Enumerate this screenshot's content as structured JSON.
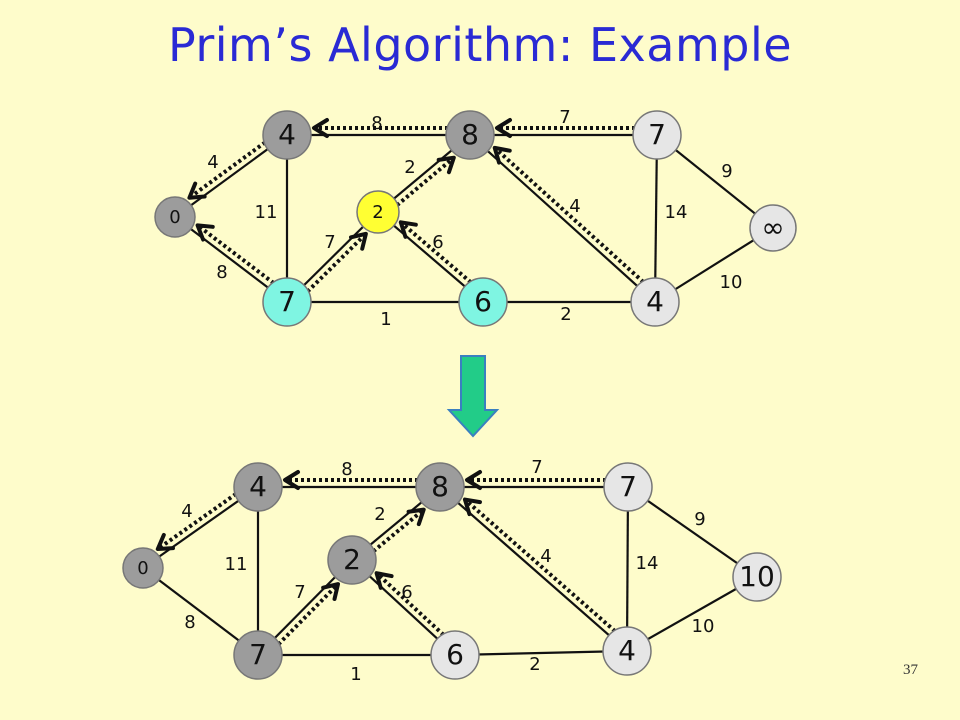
{
  "slide": {
    "title": "Prim’s Algorithm: Example",
    "page_number": "37"
  },
  "colors": {
    "background": "#fefccb",
    "title": "#2a2ad4",
    "node_gray": "#9c9c9c",
    "node_light": "#e6e6e6",
    "node_yellow": "#ffff33",
    "node_cyan": "#7ff5e2",
    "arrow_green": "#22cc88",
    "arrow_border": "#3a80c0"
  },
  "graphs": [
    {
      "id": "before",
      "nodes": [
        {
          "id": "a",
          "label": "0",
          "fill": "node_gray",
          "size": "small"
        },
        {
          "id": "b",
          "label": "4",
          "fill": "node_gray",
          "size": "big"
        },
        {
          "id": "c",
          "label": "8",
          "fill": "node_gray",
          "size": "big"
        },
        {
          "id": "d",
          "label": "7",
          "fill": "node_light",
          "size": "big"
        },
        {
          "id": "e",
          "label": "∞",
          "fill": "node_light",
          "size": "big"
        },
        {
          "id": "f",
          "label": "4",
          "fill": "node_light",
          "size": "big"
        },
        {
          "id": "g",
          "label": "6",
          "fill": "node_cyan",
          "size": "big"
        },
        {
          "id": "h",
          "label": "7",
          "fill": "node_cyan",
          "size": "big"
        },
        {
          "id": "i",
          "label": "2",
          "fill": "node_yellow",
          "size": "small"
        }
      ],
      "edges": [
        {
          "from": "a",
          "to": "b",
          "weight": "4"
        },
        {
          "from": "b",
          "to": "c",
          "weight": "8"
        },
        {
          "from": "c",
          "to": "d",
          "weight": "7"
        },
        {
          "from": "d",
          "to": "e",
          "weight": "9"
        },
        {
          "from": "a",
          "to": "h",
          "weight": "8"
        },
        {
          "from": "b",
          "to": "h",
          "weight": "11"
        },
        {
          "from": "c",
          "to": "i",
          "weight": "2"
        },
        {
          "from": "i",
          "to": "h",
          "weight": "7"
        },
        {
          "from": "i",
          "to": "g",
          "weight": "6"
        },
        {
          "from": "c",
          "to": "f",
          "weight": "4"
        },
        {
          "from": "d",
          "to": "f",
          "weight": "14"
        },
        {
          "from": "e",
          "to": "f",
          "weight": "10"
        },
        {
          "from": "h",
          "to": "g",
          "weight": "1"
        },
        {
          "from": "g",
          "to": "f",
          "weight": "2"
        }
      ],
      "parent_arrows": [
        {
          "from": "b",
          "to": "a"
        },
        {
          "from": "c",
          "to": "b"
        },
        {
          "from": "d",
          "to": "c"
        },
        {
          "from": "h",
          "to": "a"
        },
        {
          "from": "h",
          "to": "i"
        },
        {
          "from": "i",
          "to": "c"
        },
        {
          "from": "g",
          "to": "i"
        },
        {
          "from": "f",
          "to": "c"
        }
      ]
    },
    {
      "id": "after",
      "nodes": [
        {
          "id": "a",
          "label": "0",
          "fill": "node_gray",
          "size": "small"
        },
        {
          "id": "b",
          "label": "4",
          "fill": "node_gray",
          "size": "big"
        },
        {
          "id": "c",
          "label": "8",
          "fill": "node_gray",
          "size": "big"
        },
        {
          "id": "d",
          "label": "7",
          "fill": "node_light",
          "size": "big"
        },
        {
          "id": "e",
          "label": "10",
          "fill": "node_light",
          "size": "big"
        },
        {
          "id": "f",
          "label": "4",
          "fill": "node_light",
          "size": "big"
        },
        {
          "id": "g",
          "label": "6",
          "fill": "node_light",
          "size": "big"
        },
        {
          "id": "h",
          "label": "7",
          "fill": "node_gray",
          "size": "big"
        },
        {
          "id": "i",
          "label": "2",
          "fill": "node_gray",
          "size": "big"
        }
      ],
      "edges": [
        {
          "from": "a",
          "to": "b",
          "weight": "4"
        },
        {
          "from": "b",
          "to": "c",
          "weight": "8"
        },
        {
          "from": "c",
          "to": "d",
          "weight": "7"
        },
        {
          "from": "d",
          "to": "e",
          "weight": "9"
        },
        {
          "from": "a",
          "to": "h",
          "weight": "8"
        },
        {
          "from": "b",
          "to": "h",
          "weight": "11"
        },
        {
          "from": "c",
          "to": "i",
          "weight": "2"
        },
        {
          "from": "i",
          "to": "h",
          "weight": "7"
        },
        {
          "from": "i",
          "to": "g",
          "weight": "6"
        },
        {
          "from": "c",
          "to": "f",
          "weight": "4"
        },
        {
          "from": "d",
          "to": "f",
          "weight": "14"
        },
        {
          "from": "e",
          "to": "f",
          "weight": "10"
        },
        {
          "from": "h",
          "to": "g",
          "weight": "1"
        },
        {
          "from": "g",
          "to": "f",
          "weight": "2"
        }
      ],
      "parent_arrows": [
        {
          "from": "b",
          "to": "a"
        },
        {
          "from": "c",
          "to": "b"
        },
        {
          "from": "d",
          "to": "c"
        },
        {
          "from": "h",
          "to": "i"
        },
        {
          "from": "i",
          "to": "c"
        },
        {
          "from": "g",
          "to": "i"
        },
        {
          "from": "f",
          "to": "c"
        }
      ]
    }
  ]
}
